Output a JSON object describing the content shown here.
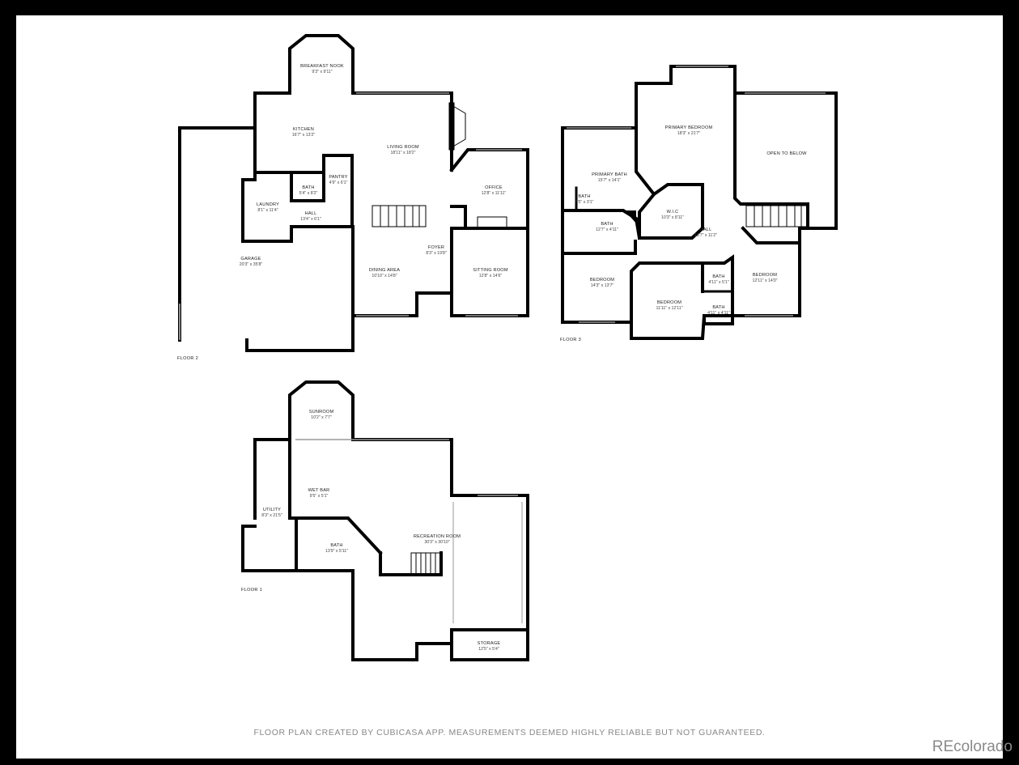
{
  "rooms": {
    "breakfast_nook": {
      "name": "BREAKFAST NOOK",
      "dim": "9'3\" x 9'11\""
    },
    "kitchen": {
      "name": "KITCHEN",
      "dim": "16'7\" x 13'2\""
    },
    "living_room": {
      "name": "LIVING ROOM",
      "dim": "18'11\" x 18'2\""
    },
    "pantry": {
      "name": "PANTRY",
      "dim": "4'9\" x 6'1\""
    },
    "bath_f2": {
      "name": "BATH",
      "dim": "5'4\" x 8'2\""
    },
    "laundry": {
      "name": "LAUNDRY",
      "dim": "8'1\" x 11'4\""
    },
    "hall_f2": {
      "name": "HALL",
      "dim": "13'4\" x 6'1\""
    },
    "office": {
      "name": "OFFICE",
      "dim": "12'8\" x 11'11\""
    },
    "garage": {
      "name": "GARAGE",
      "dim": "20'3\" x 35'8\""
    },
    "foyer": {
      "name": "FOYER",
      "dim": "8'3\" x 19'8\""
    },
    "dining_area": {
      "name": "DINING AREA",
      "dim": "10'10\" x 14'8\""
    },
    "sitting_room": {
      "name": "SITTING ROOM",
      "dim": "12'8\" x 14'6\""
    },
    "primary_bedroom": {
      "name": "PRIMARY BEDROOM",
      "dim": "18'3\" x 21'7\""
    },
    "open_to_below": {
      "name": "OPEN TO BELOW",
      "dim": ""
    },
    "primary_bath": {
      "name": "PRIMARY BATH",
      "dim": "15'7\" x 14'1\""
    },
    "bath_small_f3": {
      "name": "BATH",
      "dim": "7'5\" x 3'1\""
    },
    "wic": {
      "name": "W.I.C",
      "dim": "10'3\" x 8'11\""
    },
    "bath_hall_f3": {
      "name": "BATH",
      "dim": "12'7\" x 4'11\""
    },
    "hall_f3": {
      "name": "HALL",
      "dim": "13'7\" x 11'2\""
    },
    "bedroom_1": {
      "name": "BEDROOM",
      "dim": "14'3\" x 13'7\""
    },
    "bedroom_2": {
      "name": "BEDROOM",
      "dim": "11'11\" x 12'11\""
    },
    "bath_a_f3": {
      "name": "BATH",
      "dim": "4'11\" x 5'1\""
    },
    "bath_b_f3": {
      "name": "BATH",
      "dim": "4'11\" x 4'11\""
    },
    "bedroom_3": {
      "name": "BEDROOM",
      "dim": "12'11\" x 14'0\""
    },
    "sunroom": {
      "name": "SUNROOM",
      "dim": "10'2\" x 7'7\""
    },
    "utility": {
      "name": "UTILITY",
      "dim": "8'3\" x 21'5\""
    },
    "wet_bar": {
      "name": "WET BAR",
      "dim": "9'5\" x 5'1\""
    },
    "bath_f1": {
      "name": "BATH",
      "dim": "13'9\" x 5'11\""
    },
    "recreation_room": {
      "name": "RECREATION ROOM",
      "dim": "30'3\" x 30'10\""
    },
    "storage": {
      "name": "STORAGE",
      "dim": "12'5\" x 5'4\""
    }
  },
  "floors": {
    "floor2": "FLOOR 2",
    "floor3": "FLOOR 3",
    "floor1": "FLOOR 1"
  },
  "footer": {
    "disclaimer": "FLOOR PLAN CREATED BY CUBICASA APP. MEASUREMENTS DEEMED HIGHLY RELIABLE BUT NOT GUARANTEED.",
    "brand": "REcolorado"
  }
}
